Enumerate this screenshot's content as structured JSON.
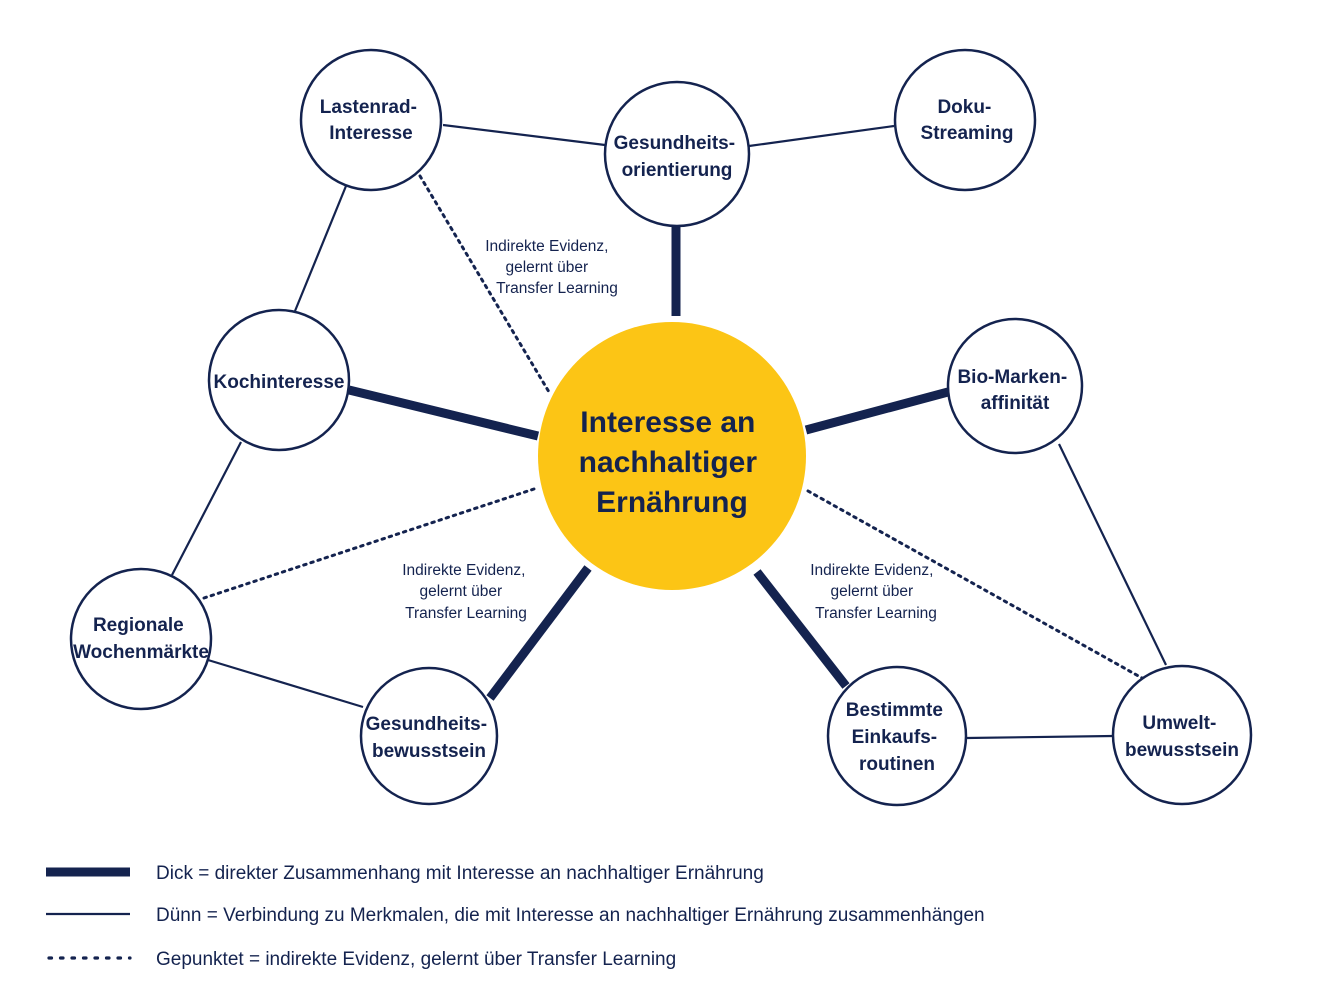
{
  "center": {
    "lines": [
      "Interesse an",
      "nachhaltiger",
      "Ernährung"
    ]
  },
  "nodes": {
    "lastenrad": {
      "lines": [
        "Lastenrad-",
        "Interesse"
      ]
    },
    "gesundheitsorientierung": {
      "lines": [
        "Gesundheits-",
        "orientierung"
      ]
    },
    "doku": {
      "lines": [
        "Doku-",
        "Streaming"
      ]
    },
    "kochinteresse": {
      "lines": [
        "Kochinteresse"
      ]
    },
    "bio": {
      "lines": [
        "Bio-Marken-",
        "affinität"
      ]
    },
    "regionale": {
      "lines": [
        "Regionale",
        "Wochenmärkte"
      ]
    },
    "gesundheitsbewusstsein": {
      "lines": [
        "Gesundheits-",
        "bewusstsein"
      ]
    },
    "einkauf": {
      "lines": [
        "Bestimmte",
        "Einkaufs-",
        "routinen"
      ]
    },
    "umwelt": {
      "lines": [
        "Umwelt-",
        "bewusstsein"
      ]
    }
  },
  "annotations": [
    {
      "lines": [
        "Indirekte Evidenz,",
        "gelernt über",
        "Transfer Learning"
      ]
    },
    {
      "lines": [
        "Indirekte Evidenz,",
        "gelernt über",
        "Transfer Learning"
      ]
    },
    {
      "lines": [
        "Indirekte Evidenz,",
        "gelernt über",
        "Transfer Learning"
      ]
    }
  ],
  "legend": {
    "thick": "Dick = direkter Zusammenhang mit Interesse an nachhaltiger Ernährung",
    "thin": "Dünn = Verbindung zu Merkmalen, die mit Interesse an nachhaltiger Ernährung zusammenhängen",
    "dotted": "Gepunktet = indirekte Evidenz, gelernt über Transfer Learning"
  },
  "colors": {
    "navy": "#14234f",
    "yellow": "#fcc515",
    "background": "#ffffff"
  }
}
